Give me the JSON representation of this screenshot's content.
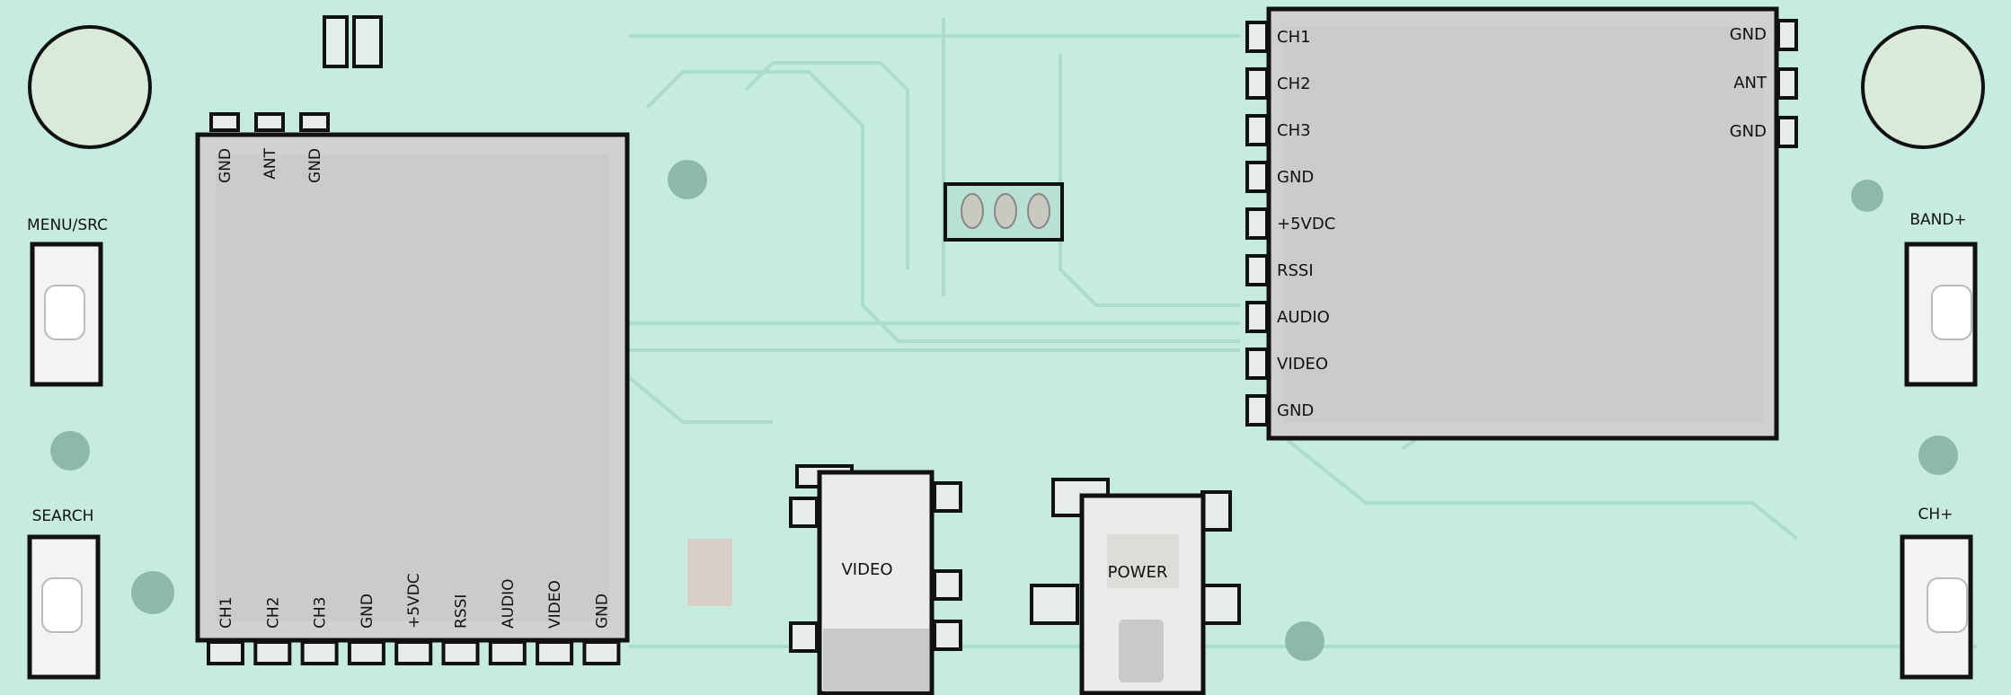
{
  "board": {
    "colors": {
      "pcb": "#c6ece0",
      "trace": "#a9dccd",
      "shield": "#cbcbcb",
      "outline": "#111111"
    }
  },
  "left_module": {
    "top_pins": [
      "GND",
      "ANT",
      "GND"
    ],
    "bottom_pins": [
      "CH1",
      "CH2",
      "CH3",
      "GND",
      "+5VDC",
      "RSSI",
      "AUDIO",
      "VIDEO",
      "GND"
    ]
  },
  "right_module": {
    "left_pins": [
      "CH1",
      "CH2",
      "CH3",
      "GND",
      "+5VDC",
      "RSSI",
      "AUDIO",
      "VIDEO",
      "GND"
    ],
    "right_pins": [
      "GND",
      "ANT",
      "GND"
    ]
  },
  "buttons": {
    "menu": "MENU/SRC",
    "search": "SEARCH",
    "band": "BAND+",
    "channel": "CH+"
  },
  "connectors": {
    "video": "VIDEO",
    "power": "POWER"
  }
}
